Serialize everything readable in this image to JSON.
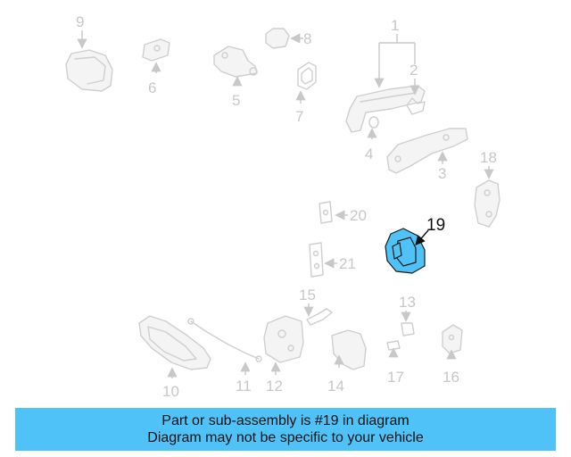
{
  "callouts": {
    "c1": "1",
    "c2": "2",
    "c3": "3",
    "c4": "4",
    "c5": "5",
    "c6": "6",
    "c7": "7",
    "c8": "8",
    "c9": "9",
    "c10": "10",
    "c11": "11",
    "c12": "12",
    "c13": "13",
    "c14": "14",
    "c15": "15",
    "c16": "16",
    "c17": "17",
    "c18": "18",
    "c19": "19",
    "c20": "20",
    "c21": "21"
  },
  "highlighted_part": "19",
  "colors": {
    "highlight": "#4fc3f7",
    "muted": "#c8c8c8"
  },
  "banner": {
    "line1": "Part or sub-assembly is #19 in diagram",
    "line2": "Diagram may not be specific to your vehicle"
  }
}
